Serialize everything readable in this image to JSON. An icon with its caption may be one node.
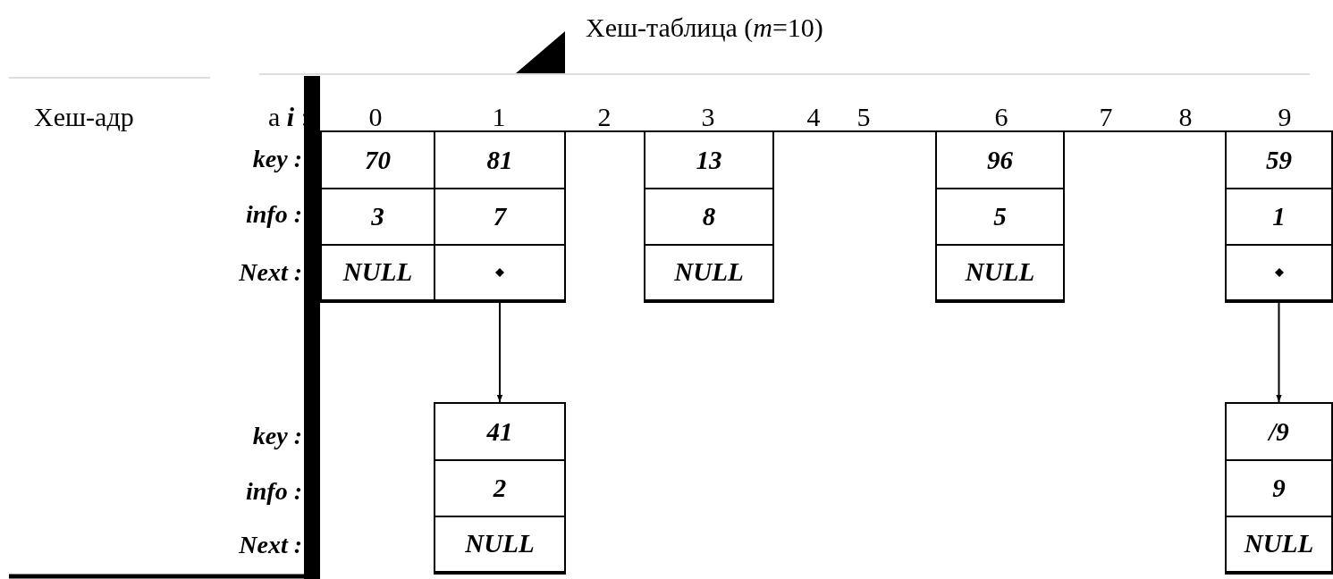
{
  "diagram": {
    "title": "Хеш-таблица (*m*=10)",
    "nodes": [
      {
        "text": [
          "70",
          "3",
          "NULL"
        ]
      },
      {
        "text": [
          "81",
          "7"
        ]
      },
      {
        "text": [
          "13",
          "8",
          "NULL"
        ]
      },
      {
        "text": [
          "96",
          "5",
          "NULL"
        ]
      },
      {
        "text": [
          "59",
          "1"
        ]
      },
      {
        "text": [
          "41",
          "2",
          "NULL"
        ]
      },
      {
        "text": [
          "/9",
          "9",
          "NULL"
        ]
      }
    ],
    "edges": [
      {
        "from": 1,
        "to": 5,
        "arrow": "to"
      },
      {
        "from": 4,
        "to": 6,
        "arrow": "to"
      }
    ],
    "labels": [
      "Хеш-адр",
      "а **i** :",
      "0",
      "1",
      "2",
      "3",
      "4",
      "5",
      "6",
      "7",
      "8",
      "9",
      "key :",
      "info :",
      "Next :",
      "key :",
      "info :",
      "Next :"
    ]
  }
}
